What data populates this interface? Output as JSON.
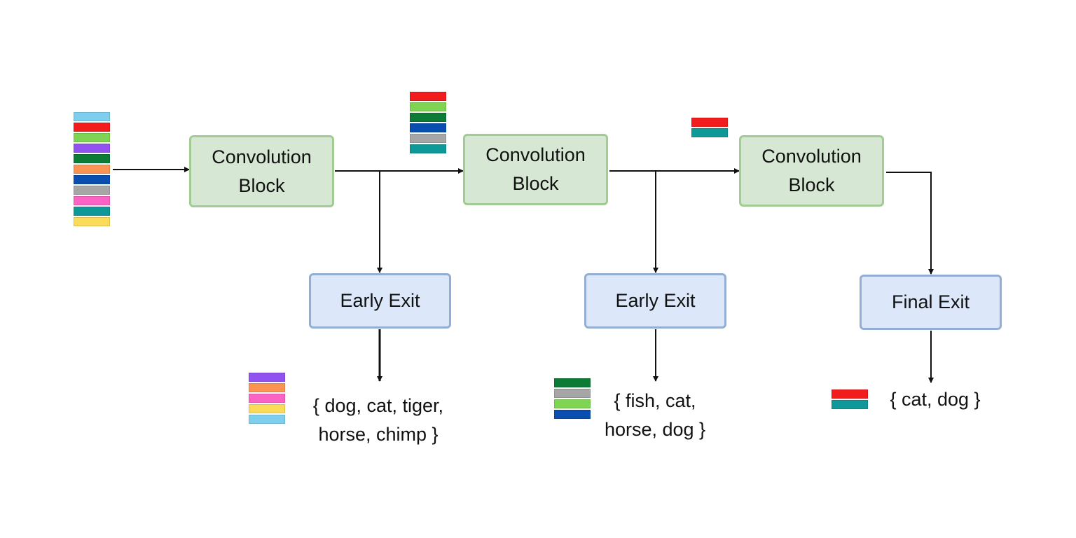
{
  "blocks": [
    {
      "line1": "Convolution",
      "line2": "Block"
    },
    {
      "line1": "Convolution",
      "line2": "Block"
    },
    {
      "line1": "Convolution",
      "line2": "Block"
    }
  ],
  "exits": [
    {
      "label": "Early Exit"
    },
    {
      "label": "Early Exit"
    },
    {
      "label": "Final Exit"
    }
  ],
  "outputs": [
    {
      "line1": "{ dog, cat, tiger,",
      "line2": "horse, chimp }"
    },
    {
      "line1": "{ fish, cat,",
      "line2": "horse, dog }"
    },
    {
      "line1": "{ cat, dog }"
    }
  ],
  "palette": {
    "lightblue": "#7ecfee",
    "red": "#f21c1c",
    "lime": "#7fd454",
    "purple": "#9152f0",
    "darkgreen": "#0d7a36",
    "orange": "#fb9452",
    "blue": "#0a4fb0",
    "gray": "#a6a6a6",
    "pink": "#fb63c4",
    "teal": "#0f9898",
    "yellow": "#fbdb5a"
  },
  "stacks": {
    "input": [
      "lightblue",
      "red",
      "lime",
      "purple",
      "darkgreen",
      "orange",
      "blue",
      "gray",
      "pink",
      "teal",
      "yellow"
    ],
    "after_block_1": [
      "red",
      "lime",
      "darkgreen",
      "blue",
      "gray",
      "teal"
    ],
    "after_block_2": [
      "red",
      "teal"
    ],
    "exit_1_classes": [
      "purple",
      "orange",
      "pink",
      "yellow",
      "lightblue"
    ],
    "exit_2_classes": [
      "darkgreen",
      "gray",
      "lime",
      "blue"
    ],
    "final_classes": [
      "red",
      "teal"
    ]
  }
}
